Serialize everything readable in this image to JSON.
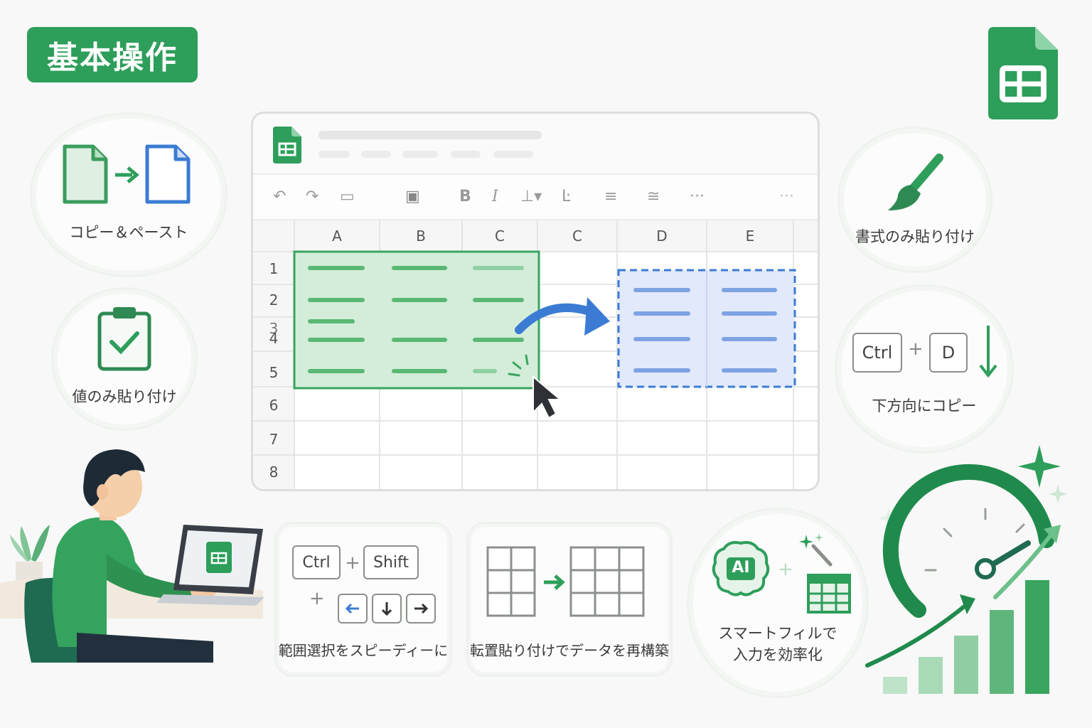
{
  "header": {
    "title": "基本操作"
  },
  "features": {
    "copy_paste": {
      "label": "コピー＆ペースト",
      "icon": "copy-document-icon"
    },
    "paste_values": {
      "label": "値のみ貼り付け",
      "icon": "clipboard-check-icon"
    },
    "paste_format": {
      "label": "書式のみ貼り付け",
      "icon": "paint-brush-icon"
    },
    "fill_down": {
      "label": "下方向にコピー",
      "key1": "Ctrl",
      "plus": "+",
      "key2": "D"
    },
    "range_select": {
      "label": "範囲選択をスピーディーに",
      "key1": "Ctrl",
      "key2": "Shift",
      "plus": "+"
    },
    "transpose": {
      "label": "転置貼り付けでデータを再構築"
    },
    "smart_fill": {
      "label_line1": "スマートフィルで",
      "label_line2": "入力を効率化",
      "chip": "AI"
    }
  },
  "spreadsheet": {
    "columns": [
      "A",
      "B",
      "C",
      "C",
      "D",
      "E"
    ],
    "rows": [
      "1",
      "2",
      "3",
      "4",
      "5",
      "6",
      "7",
      "8"
    ],
    "toolbar": {
      "bold": "B",
      "italic": "I",
      "more": "···",
      "more2": "···"
    }
  },
  "colors": {
    "accent_green": "#2e9e5b",
    "selection_green": "#cdebd3",
    "selection_blue": "#dde6fb",
    "arrow_blue": "#3b7bd4",
    "grid": "#e3e6e3"
  }
}
